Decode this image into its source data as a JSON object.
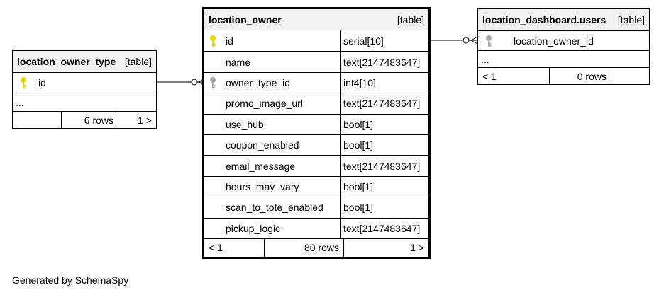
{
  "tables": {
    "location_owner": {
      "name": "location_owner",
      "type": "[table]",
      "columns": [
        {
          "name": "id",
          "type": "serial[10]",
          "key": "primary"
        },
        {
          "name": "name",
          "type": "text[2147483647]",
          "key": ""
        },
        {
          "name": "owner_type_id",
          "type": "int4[10]",
          "key": "foreign"
        },
        {
          "name": "promo_image_url",
          "type": "text[2147483647]",
          "key": ""
        },
        {
          "name": "use_hub",
          "type": "bool[1]",
          "key": ""
        },
        {
          "name": "coupon_enabled",
          "type": "bool[1]",
          "key": ""
        },
        {
          "name": "email_message",
          "type": "text[2147483647]",
          "key": ""
        },
        {
          "name": "hours_may_vary",
          "type": "bool[1]",
          "key": ""
        },
        {
          "name": "scan_to_tote_enabled",
          "type": "bool[1]",
          "key": ""
        },
        {
          "name": "pickup_logic",
          "type": "text[2147483647]",
          "key": ""
        }
      ],
      "footer": {
        "left": "< 1",
        "rows": "80 rows",
        "right": "1 >"
      }
    },
    "location_owner_type": {
      "name": "location_owner_type",
      "type": "[table]",
      "column": "id",
      "ellipsis": "...",
      "footer": {
        "left": "",
        "rows": "6 rows",
        "right": "1 >"
      }
    },
    "users": {
      "name": "location_dashboard.users",
      "type": "[table]",
      "column": "location_owner_id",
      "ellipsis": "...",
      "footer": {
        "left": "< 1",
        "rows": "0 rows",
        "right": ""
      }
    }
  },
  "key_colors": {
    "primary": "#e6d800",
    "foreign": "#a8a8a8"
  },
  "generated_by": "Generated by SchemaSpy"
}
